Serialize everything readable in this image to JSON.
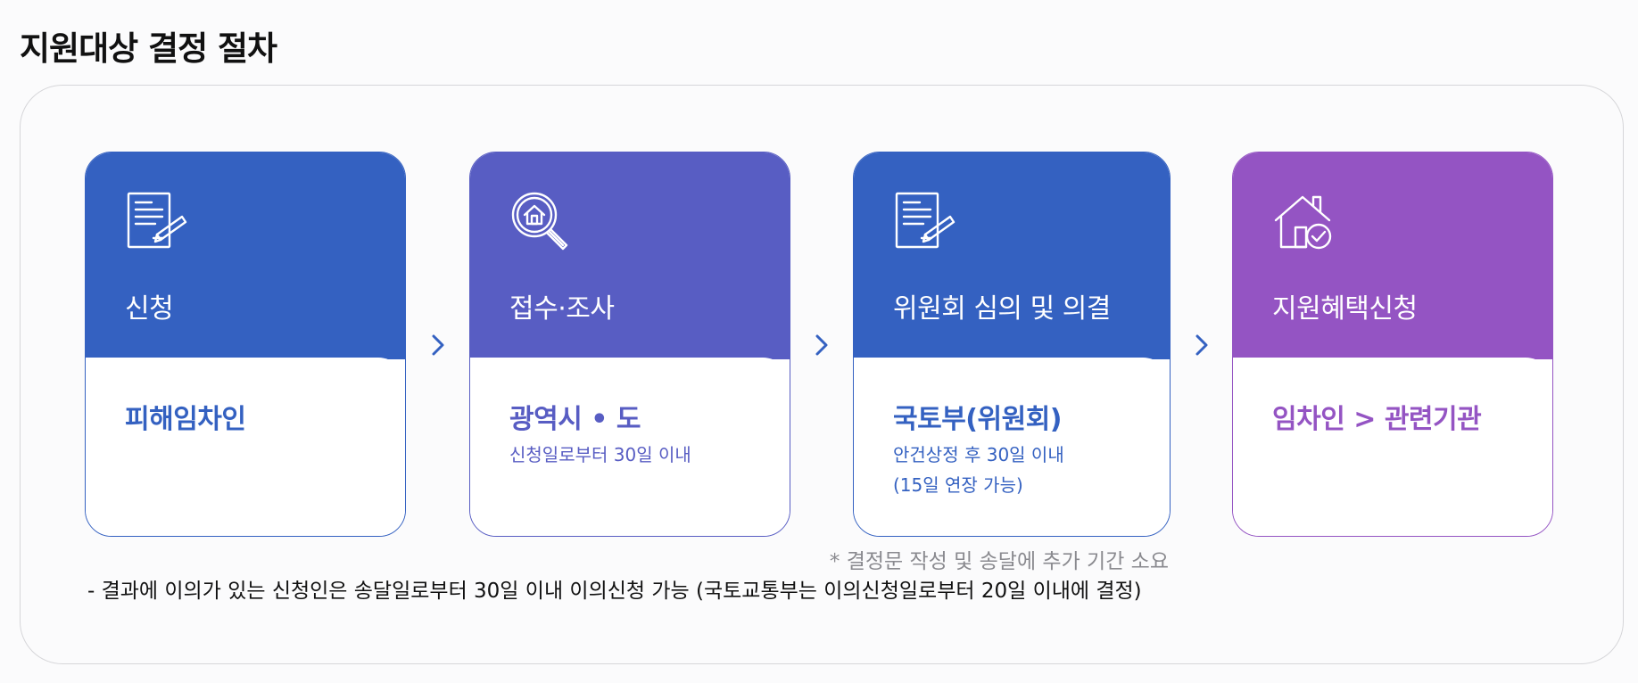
{
  "page": {
    "title": "지원대상 결정 절차"
  },
  "colors": {
    "blue": "#3461c1",
    "indigo": "#585dc3",
    "purple": "#9454c3"
  },
  "steps": [
    {
      "icon": "document-edit-icon",
      "label": "신청",
      "actor": "피해임차인",
      "details": []
    },
    {
      "icon": "house-search-icon",
      "label": "접수·조사",
      "actor": "광역시 • 도",
      "details": [
        "신청일로부터 30일 이내"
      ]
    },
    {
      "icon": "document-edit-icon",
      "label": "위원회 심의 및 의결",
      "actor": "국토부(위원회)",
      "details": [
        "안건상정 후 30일 이내",
        "(15일 연장 가능)"
      ]
    },
    {
      "icon": "house-check-icon",
      "label": "지원혜택신청",
      "actor": "임차인 > 관련기관",
      "details": []
    }
  ],
  "footnote": "* 결정문 작성 및 송달에 추가 기간 소요",
  "notice": "- 결과에 이의가 있는 신청인은 송달일로부터 30일 이내 이의신청 가능 (국토교통부는 이의신청일로부터 20일 이내에 결정)"
}
